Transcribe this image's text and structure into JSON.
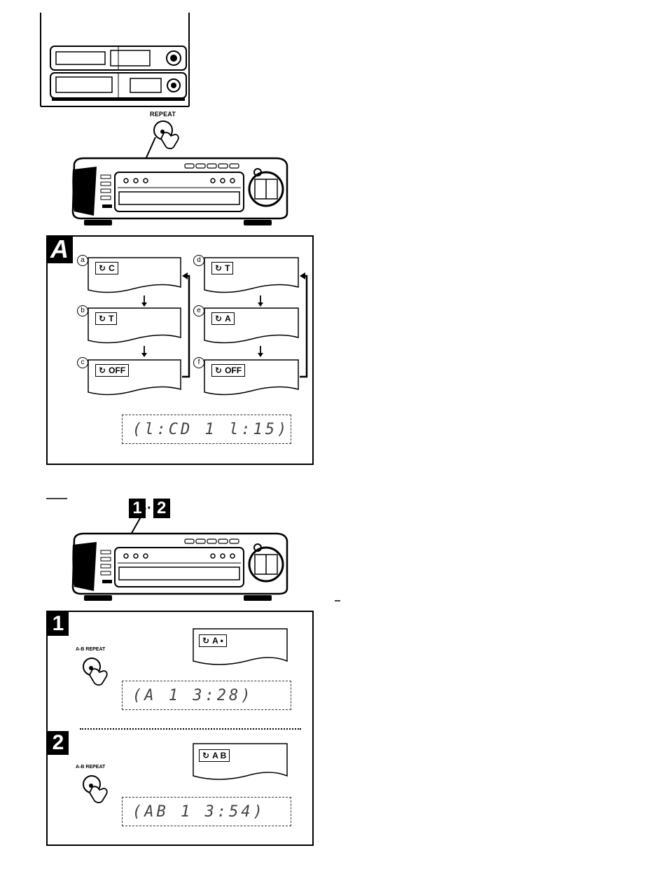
{
  "repeat_button": {
    "label": "REPEAT"
  },
  "section_a": {
    "letter": "A",
    "left_sequence": [
      {
        "id": "a",
        "mode": "C"
      },
      {
        "id": "b",
        "mode": "T"
      },
      {
        "id": "c",
        "mode": "OFF"
      }
    ],
    "right_sequence": [
      {
        "id": "d",
        "mode": "T"
      },
      {
        "id": "e",
        "mode": "A"
      },
      {
        "id": "f",
        "mode": "OFF"
      }
    ],
    "display_readout": "(l:CD  1    l:15)"
  },
  "steps_header": {
    "first": "1",
    "separator": "·",
    "second": "2"
  },
  "section_b": {
    "step1": {
      "number": "1",
      "button_label": "A-B REPEAT",
      "indicator": "A •",
      "display_readout": "(A     1   3:28)"
    },
    "step2": {
      "number": "2",
      "button_label": "A-B REPEAT",
      "indicator": "A  B",
      "display_readout": "(AB    1   3:54)"
    }
  },
  "icons": {
    "repeat": "repeat-icon",
    "finger": "finger-press-icon"
  }
}
